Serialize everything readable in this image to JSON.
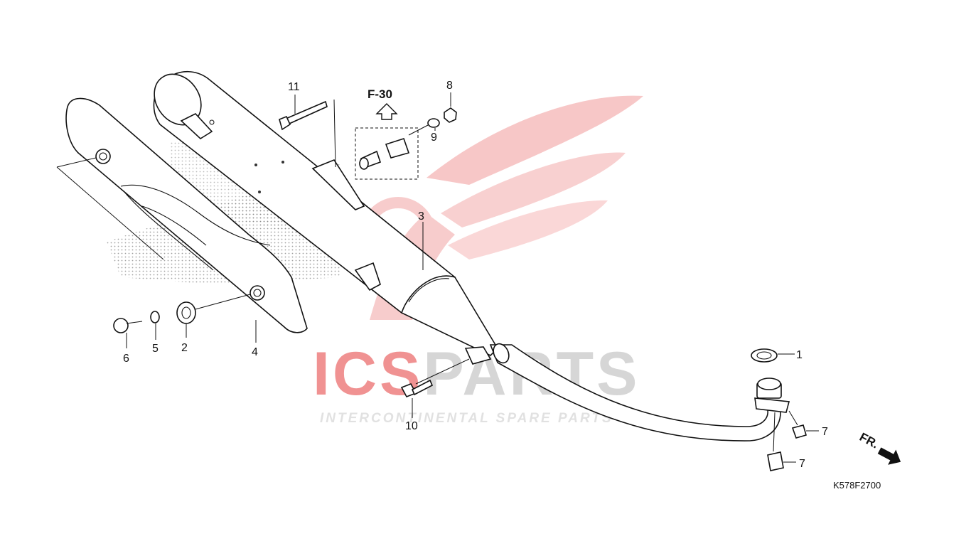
{
  "diagram": {
    "code": "K578F2700",
    "reference": {
      "label": "F-30"
    },
    "direction": {
      "label": "FR."
    },
    "callouts": [
      {
        "id": "c1",
        "label": "1"
      },
      {
        "id": "c2",
        "label": "2"
      },
      {
        "id": "c3",
        "label": "3"
      },
      {
        "id": "c4",
        "label": "4"
      },
      {
        "id": "c5",
        "label": "5"
      },
      {
        "id": "c6",
        "label": "6"
      },
      {
        "id": "c7a",
        "label": "7"
      },
      {
        "id": "c7b",
        "label": "7"
      },
      {
        "id": "c8",
        "label": "8"
      },
      {
        "id": "c9",
        "label": "9"
      },
      {
        "id": "c10",
        "label": "10"
      },
      {
        "id": "c11",
        "label": "11"
      }
    ]
  },
  "watermark": {
    "brand_part1": "ICS",
    "brand_part2": "PARTS",
    "tagline": "INTERCONTINENTAL SPARE PARTS",
    "colors": {
      "accent": "#e43a3a",
      "gray": "#b5b5b5"
    }
  }
}
